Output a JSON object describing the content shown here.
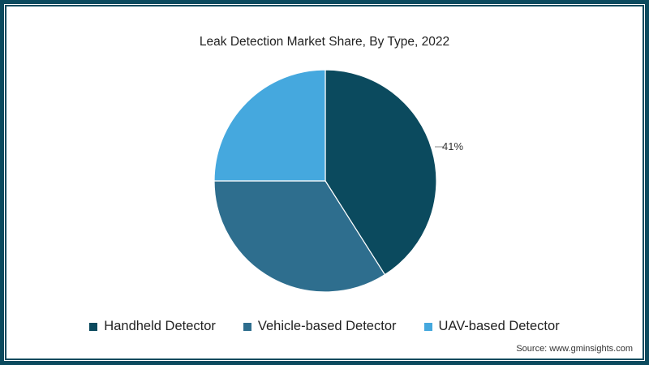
{
  "chart_data": {
    "type": "pie",
    "title": "Leak Detection Market Share, By Type, 2022",
    "categories": [
      "Handheld Detector",
      "Vehicle-based Detector",
      "UAV-based Detector"
    ],
    "values": [
      41,
      34,
      25
    ],
    "unit": "%",
    "colors": [
      "#0b4a5e",
      "#2e6e8e",
      "#45a8de"
    ],
    "data_labels": [
      {
        "category": "Handheld Detector",
        "text": "41%"
      }
    ],
    "start_angle": "12 o'clock, clockwise",
    "legend_position": "bottom"
  },
  "title": "Leak Detection Market Share, By Type, 2022",
  "slice_label": "41%",
  "legend": {
    "items": [
      {
        "label": "Handheld Detector",
        "color": "#0b4a5e"
      },
      {
        "label": "Vehicle-based Detector",
        "color": "#2e6e8e"
      },
      {
        "label": "UAV-based Detector",
        "color": "#45a8de"
      }
    ]
  },
  "source": "Source: www.gminsights.com",
  "frame_color": "#0b4a5e"
}
